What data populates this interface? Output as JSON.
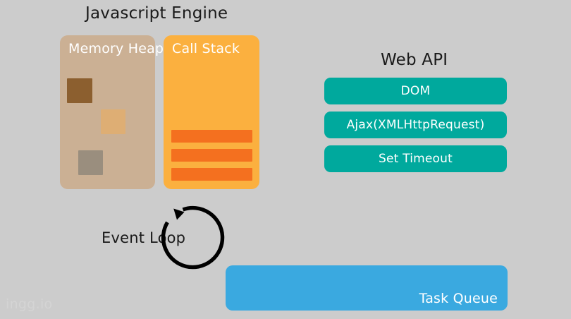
{
  "diagram": {
    "background_color": "#cccccc",
    "groups": {
      "javascript_engine": {
        "title": "Javascript Engine",
        "memory_heap": {
          "label": "Memory Heap",
          "panel_color": "#cbb094",
          "blocks": [
            {
              "name": "heap-block-1",
              "color": "#8c5f2f"
            },
            {
              "name": "heap-block-2",
              "color": "#deae74"
            },
            {
              "name": "heap-block-3",
              "color": "#9a8e7e"
            }
          ]
        },
        "call_stack": {
          "label": "Call Stack",
          "panel_color": "#fbb03f",
          "frame_color": "#f4701f",
          "frame_count": 3
        }
      },
      "web_api": {
        "title": "Web API",
        "button_color": "#00a99d",
        "buttons": [
          {
            "name": "dom",
            "label": "DOM"
          },
          {
            "name": "ajax",
            "label": "Ajax(XMLHttpRequest)"
          },
          {
            "name": "settimeout",
            "label": "Set Timeout"
          }
        ]
      },
      "event_loop": {
        "label": "Event Loop",
        "icon": "circular-arrow-counterclockwise-icon",
        "stroke_color": "#000000"
      },
      "task_queue": {
        "label": "Task Queue",
        "box_color": "#3aa9e0"
      }
    },
    "watermark": "ingg.io"
  }
}
